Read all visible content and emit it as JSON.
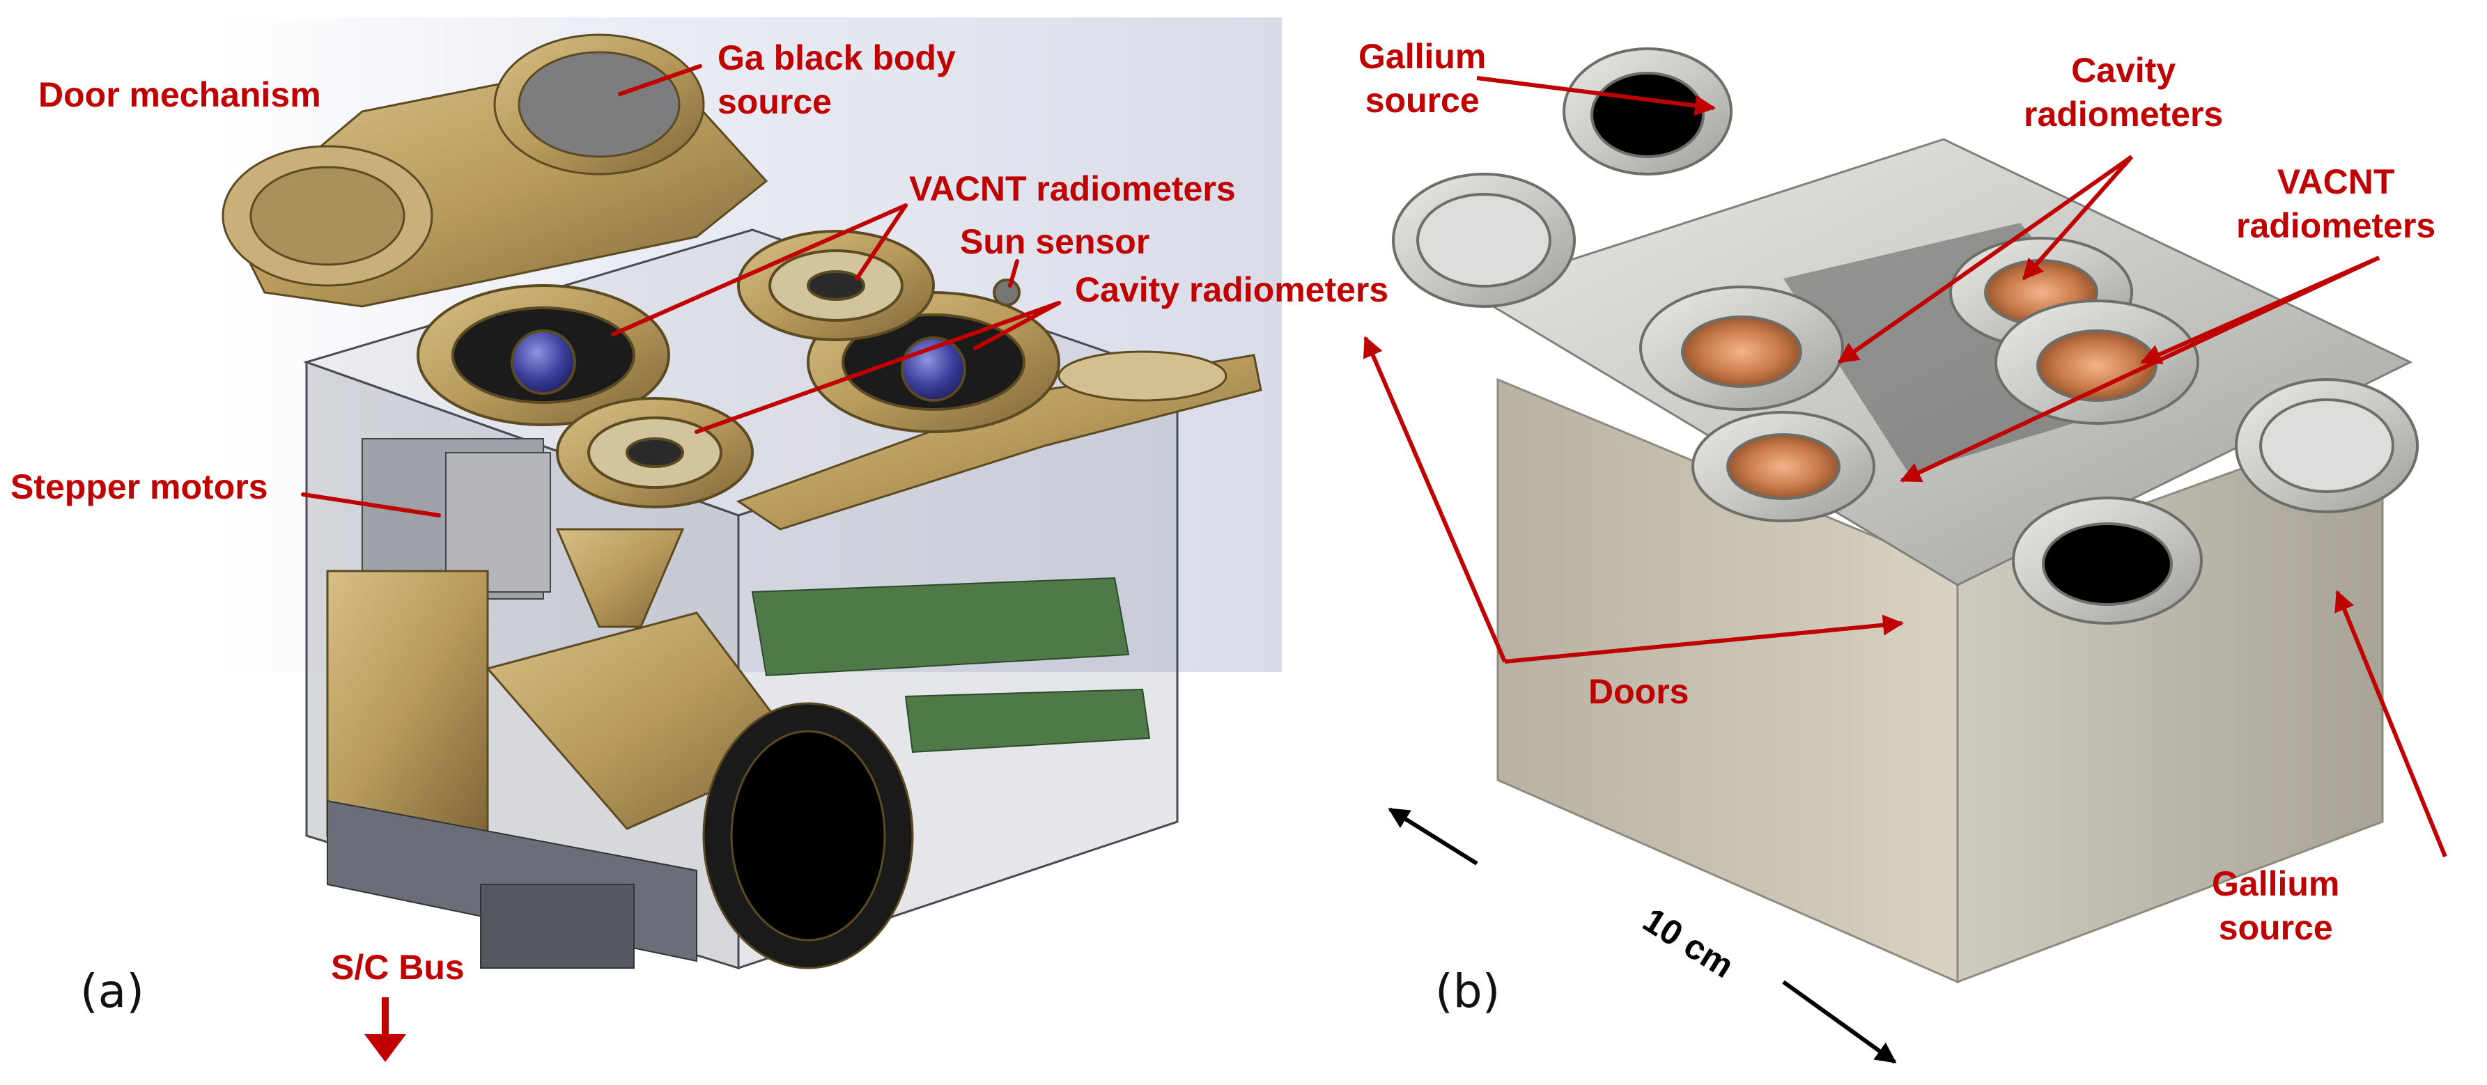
{
  "panel_a": {
    "tag": "(a)",
    "labels": {
      "door_mechanism": "Door mechanism",
      "ga_source_1": "Ga black body",
      "ga_source_2": "source",
      "vacnt": "VACNT radiometers",
      "sun_sensor": "Sun sensor",
      "cavity": "Cavity radiometers",
      "stepper": "Stepper motors",
      "sc_bus": "S/C Bus"
    }
  },
  "panel_b": {
    "tag": "(b)",
    "labels": {
      "gallium_top_1": "Gallium",
      "gallium_top_2": "source",
      "cavity_1": "Cavity",
      "cavity_2": "radiometers",
      "vacnt_1": "VACNT",
      "vacnt_2": "radiometers",
      "doors": "Doors",
      "gallium_bottom_1": "Gallium",
      "gallium_bottom_2": "source",
      "scale": "10 cm"
    }
  },
  "colors": {
    "label_red": "#c00000",
    "brass": "#b89a5c",
    "aluminum": "#c9c9c6",
    "copper": "#c87a4a"
  }
}
